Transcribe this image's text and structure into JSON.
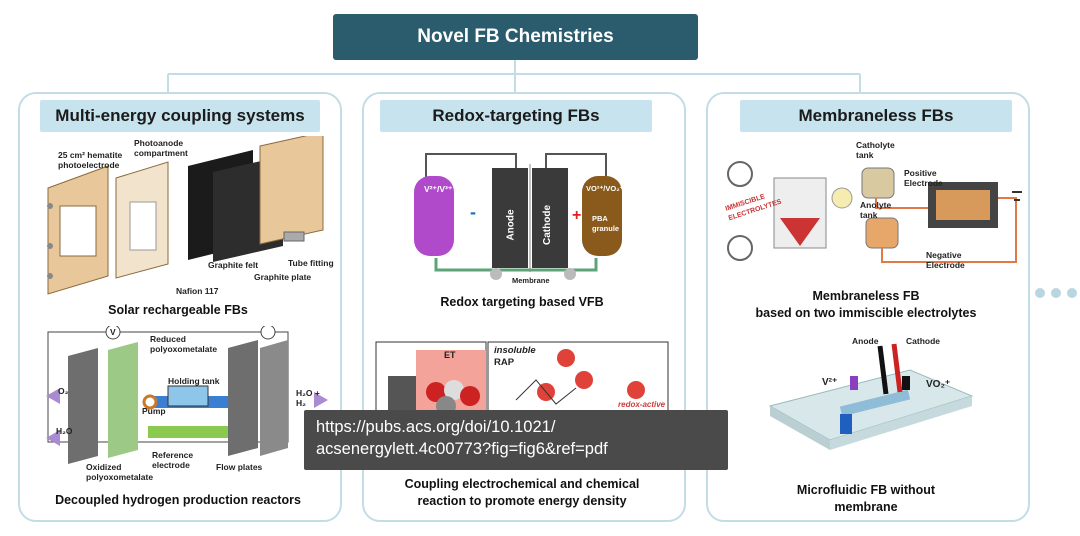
{
  "title": "Novel FB Chemistries",
  "panels": [
    {
      "heading": "Multi-energy coupling systems",
      "caption_top": "Solar rechargeable FBs",
      "caption_bottom": "Decoupled hydrogen production reactors",
      "labels_top": [
        "Photoanode compartment",
        "25 cm² hematite photoelectrode",
        "Graphite felt",
        "Tube fitting",
        "Graphite plate",
        "Nafion 117"
      ],
      "labels_bottom": [
        "Reduced polyoxometalate",
        "Holding tank",
        "Pump",
        "Oxidized polyoxometalate",
        "Reference electrode",
        "Flow plates",
        "O₂",
        "H₂O",
        "H₂O + H₂",
        "V"
      ]
    },
    {
      "heading": "Redox-targeting FBs",
      "caption_top": "Redox targeting based  VFB",
      "caption_bottom_1": "Coupling electrochemical and chemical",
      "caption_bottom_2": "reaction to promote energy density",
      "labels_top": [
        "V²⁺/V³⁺",
        "Anode",
        "Cathode",
        "VO²⁺/VO₂⁺",
        "PBA granule",
        "Membrane"
      ],
      "labels_bottom": [
        "ET",
        "insoluble",
        "RAP",
        "redox-active"
      ]
    },
    {
      "heading": "Membraneless FBs",
      "caption_top_1": "Membraneless FB",
      "caption_top_2": "based on two immiscible electrolytes",
      "caption_bottom_1": "Microfluidic FB without",
      "caption_bottom_2": "membrane",
      "labels_top": [
        "Catholyte tank",
        "Positive Electrode",
        "Anolyte tank",
        "Negative Electrode",
        "IMMISCIBLE ELECTROLYTES"
      ],
      "labels_bottom": [
        "Anode",
        "Cathode",
        "V²⁺",
        "VO₂⁺"
      ]
    }
  ],
  "tooltip": {
    "line1": "https://pubs.acs.org/doi/10.1021/",
    "line2": "acsenergylett.4c00773?fig=fig6&ref=pdf"
  },
  "colors": {
    "title_bg": "#2b5c6e",
    "panel_head_bg": "#c6e3ee",
    "panel_border": "#c3dde6",
    "tooltip_bg": "#4a4a4a"
  }
}
